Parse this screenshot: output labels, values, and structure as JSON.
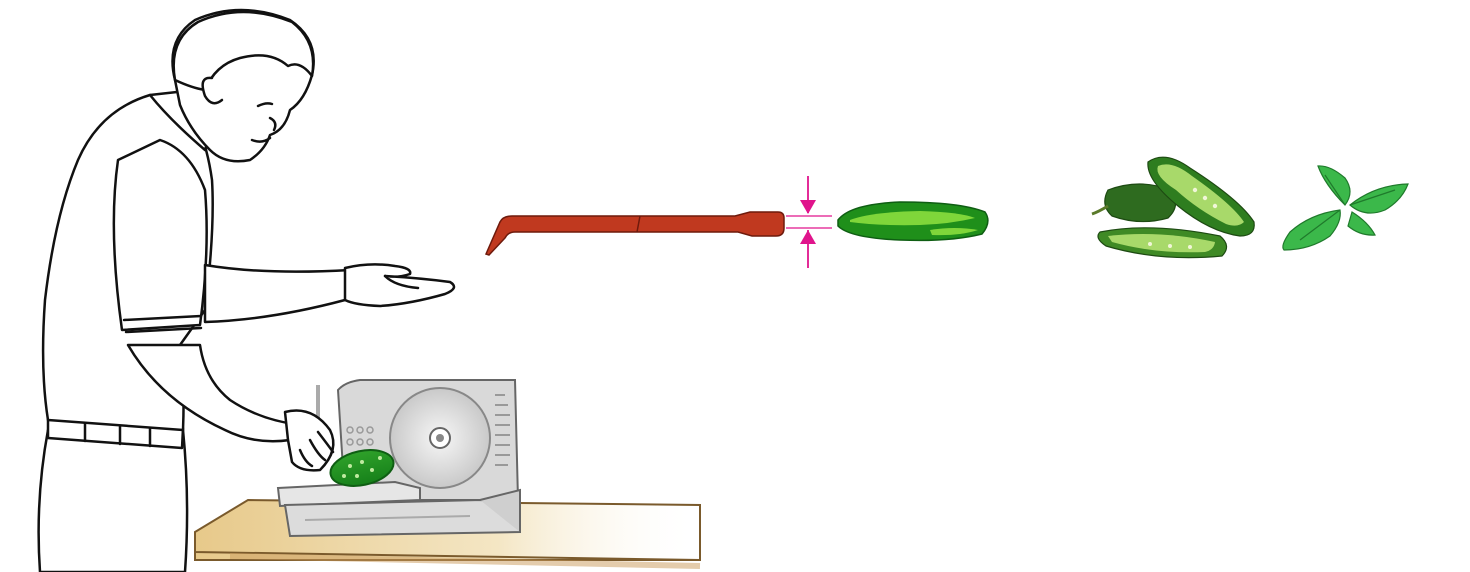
{
  "scene": {
    "background": "#ffffff",
    "elements": [
      {
        "name": "man-operating-slicer",
        "icon": "person-line-drawing"
      },
      {
        "name": "meat-slicer",
        "icon": "slicer-machine"
      },
      {
        "name": "cucumber-on-slicer",
        "icon": "cucumber"
      },
      {
        "name": "kitchen-counter",
        "icon": "wooden-table"
      },
      {
        "name": "red-tweezers",
        "icon": "tweezers"
      },
      {
        "name": "thickness-indicator",
        "icon": "double-arrow-gap"
      },
      {
        "name": "cucumber-slice",
        "icon": "cucumber-slice"
      },
      {
        "name": "jalapeno-peppers",
        "icon": "sliced-peppers"
      },
      {
        "name": "mint-sprig",
        "icon": "mint-leaves"
      }
    ]
  },
  "colors": {
    "line_art": "#111111",
    "tweezers": "#c0391f",
    "tweezers_outline": "#6e1a0c",
    "indicator": "#e0148c",
    "cucumber_dark": "#1f8f1a",
    "cucumber_light": "#7fd63a",
    "pepper_dark": "#2e6b1f",
    "pepper_light": "#a8d96a",
    "mint": "#3bb84a",
    "slicer_body": "#d6d6d6",
    "slicer_blade": "#e9e9e9",
    "table_top": "#f2e2b8",
    "table_edge": "#c99a5a"
  }
}
